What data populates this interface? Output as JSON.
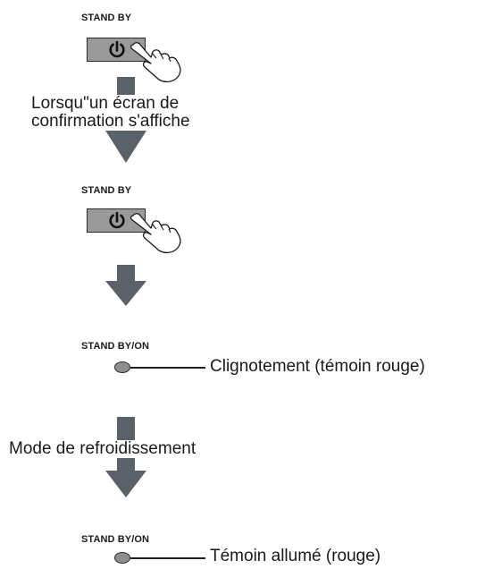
{
  "colors": {
    "arrow": "#5a6169",
    "button": "#9a9a9a",
    "outline": "#2b2b2b",
    "text": "#1a1a1a"
  },
  "steps": [
    {
      "type": "button",
      "label": "STAND BY"
    },
    {
      "type": "arrow-with-note",
      "note_lines": [
        "Lorsqu\"un écran de",
        "confirmation s'affiche"
      ]
    },
    {
      "type": "button",
      "label": "STAND BY"
    },
    {
      "type": "arrow"
    },
    {
      "type": "indicator",
      "label": "STAND BY/ON",
      "status": "Clignotement (témoin rouge)"
    },
    {
      "type": "arrow-with-note",
      "note": "Mode de refroidissement"
    },
    {
      "type": "indicator",
      "label": "STAND BY/ON",
      "status": "Témoin allumé (rouge)"
    }
  ],
  "icons": [
    "power-icon",
    "hand-pointer-icon",
    "down-arrow-icon",
    "led-icon"
  ]
}
